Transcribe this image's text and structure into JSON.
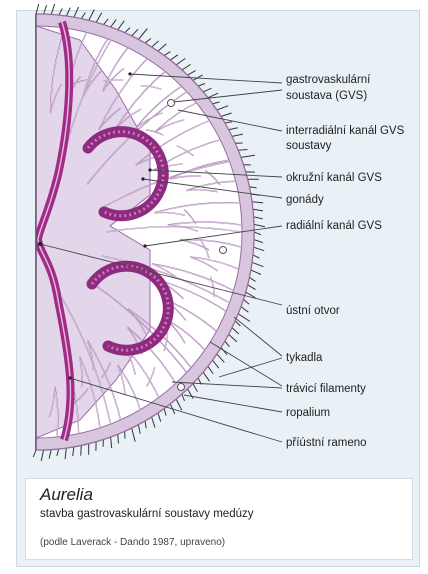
{
  "labels": {
    "gvs_line1": "gastrovaskulární",
    "gvs_line2": "soustava (GVS)",
    "interradial_line1": "interradiální kanál GVS",
    "interradial_line2": "soustavy",
    "ring_canal": "okružní kanál GVS",
    "gonads": "gonády",
    "radial_canal": "radiální kanál GVS",
    "mouth": "ústní otvor",
    "tentacles": "tykadla",
    "gastric_filaments": "trávicí filamenty",
    "ropalium": "ropalium",
    "oral_arm": "příústní rameno"
  },
  "caption": {
    "title": "Aurelia",
    "subtitle": "stavba gastrovaskulární soustavy medúzy",
    "source": "(podle Laverack - Dando 1987, upraveno)"
  },
  "colors": {
    "background": "#e9f1f6",
    "bell_fill": "#ffffff",
    "canal_fill": "#d8c6df",
    "canal_stroke": "#9a6aa6",
    "gonad": "#8e2a7f",
    "oral_arm": "#a12b86"
  }
}
